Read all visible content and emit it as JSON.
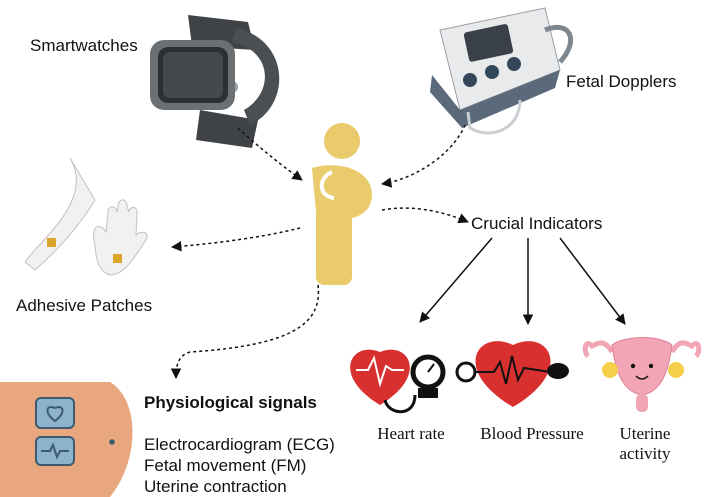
{
  "devices": {
    "smartwatches": "Smartwatches",
    "fetal_dopplers": "Fetal Dopplers",
    "adhesive_patches": "Adhesive Patches"
  },
  "indicators": {
    "heading": "Crucial Indicators",
    "heart_rate": "Heart rate",
    "blood_pressure": "Blood Pressure",
    "uterine_activity_line1": "Uterine",
    "uterine_activity_line2": "activity"
  },
  "signals": {
    "heading": "Physiological signals",
    "items": [
      "Electrocardiogram (ECG)",
      "Fetal movement (FM)",
      "Uterine contraction"
    ]
  },
  "colors": {
    "figure": "#EACB6C",
    "heart": "#D8302E",
    "belly": "#E9A77F",
    "monitor": "#8DB2CC",
    "uterus": "#F2A5B4",
    "device_gray": "#5E6368"
  }
}
